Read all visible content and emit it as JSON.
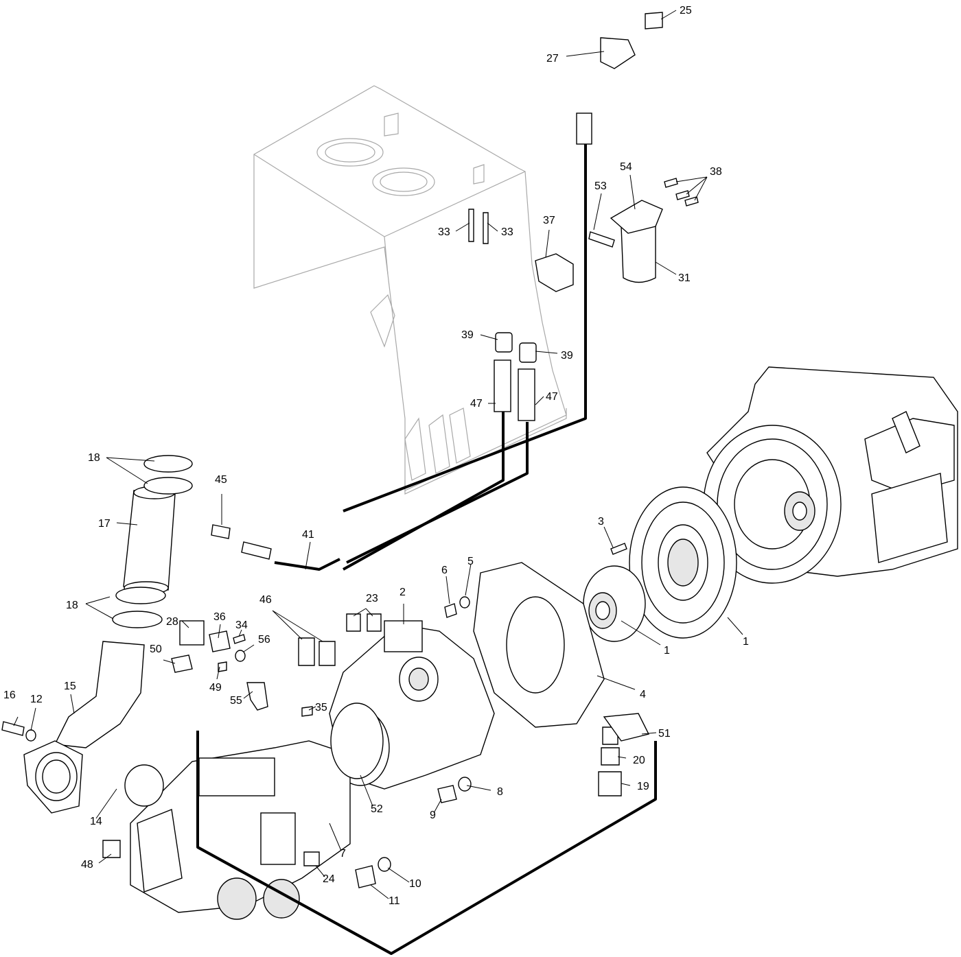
{
  "callouts": [
    {
      "id": "c25",
      "text": "25"
    },
    {
      "id": "c27",
      "text": "27"
    },
    {
      "id": "c54",
      "text": "54"
    },
    {
      "id": "c38",
      "text": "38"
    },
    {
      "id": "c53",
      "text": "53"
    },
    {
      "id": "c33a",
      "text": "33"
    },
    {
      "id": "c33b",
      "text": "33"
    },
    {
      "id": "c37",
      "text": "37"
    },
    {
      "id": "c31",
      "text": "31"
    },
    {
      "id": "c39a",
      "text": "39"
    },
    {
      "id": "c39b",
      "text": "39"
    },
    {
      "id": "c47a",
      "text": "47"
    },
    {
      "id": "c47b",
      "text": "47"
    },
    {
      "id": "c18a",
      "text": "18"
    },
    {
      "id": "c45",
      "text": "45"
    },
    {
      "id": "c17",
      "text": "17"
    },
    {
      "id": "c41",
      "text": "41"
    },
    {
      "id": "c3",
      "text": "3"
    },
    {
      "id": "c6",
      "text": "6"
    },
    {
      "id": "c5",
      "text": "5"
    },
    {
      "id": "c23",
      "text": "23"
    },
    {
      "id": "c2",
      "text": "2"
    },
    {
      "id": "c46",
      "text": "46"
    },
    {
      "id": "c18b",
      "text": "18"
    },
    {
      "id": "c28",
      "text": "28"
    },
    {
      "id": "c36",
      "text": "36"
    },
    {
      "id": "c34",
      "text": "34"
    },
    {
      "id": "c56",
      "text": "56"
    },
    {
      "id": "c50",
      "text": "50"
    },
    {
      "id": "c49",
      "text": "49"
    },
    {
      "id": "c1a",
      "text": "1"
    },
    {
      "id": "c1b",
      "text": "1"
    },
    {
      "id": "c4",
      "text": "4"
    },
    {
      "id": "c16",
      "text": "16"
    },
    {
      "id": "c12",
      "text": "12"
    },
    {
      "id": "c15",
      "text": "15"
    },
    {
      "id": "c55",
      "text": "55"
    },
    {
      "id": "c35",
      "text": "35"
    },
    {
      "id": "c51",
      "text": "51"
    },
    {
      "id": "c20",
      "text": "20"
    },
    {
      "id": "c19",
      "text": "19"
    },
    {
      "id": "c8",
      "text": "8"
    },
    {
      "id": "c9",
      "text": "9"
    },
    {
      "id": "c52",
      "text": "52"
    },
    {
      "id": "c14",
      "text": "14"
    },
    {
      "id": "c7",
      "text": "7"
    },
    {
      "id": "c48",
      "text": "48"
    },
    {
      "id": "c24",
      "text": "24"
    },
    {
      "id": "c10",
      "text": "10"
    },
    {
      "id": "c11",
      "text": "11"
    }
  ]
}
